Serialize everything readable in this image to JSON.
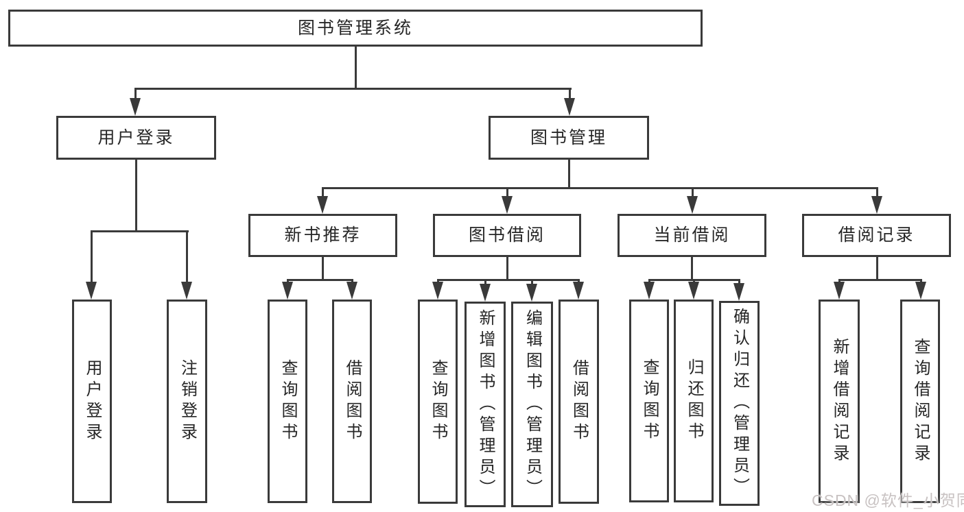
{
  "tree": {
    "root": "图书管理系统",
    "branches": [
      {
        "label": "用户登录",
        "children": [
          "用户登录",
          "注销登录"
        ]
      },
      {
        "label": "图书管理",
        "sections": [
          {
            "label": "新书推荐",
            "children": [
              "查询图书",
              "借阅图书"
            ]
          },
          {
            "label": "图书借阅",
            "children": [
              "查询图书",
              "新增图书（管理员）",
              "编辑图书（管理员）",
              "借阅图书"
            ]
          },
          {
            "label": "当前借阅",
            "children": [
              "查询图书",
              "归还图书",
              "确认归还（管理员）"
            ]
          },
          {
            "label": "借阅记录",
            "children": [
              "新增借阅记录",
              "查询借阅记录"
            ]
          }
        ]
      }
    ]
  },
  "watermark": "CSDN @软件_小贺同学",
  "colors": {
    "line": "#3a3a3a",
    "text": "#262626",
    "background": "#ffffff",
    "watermark": "#c8c2c2"
  }
}
